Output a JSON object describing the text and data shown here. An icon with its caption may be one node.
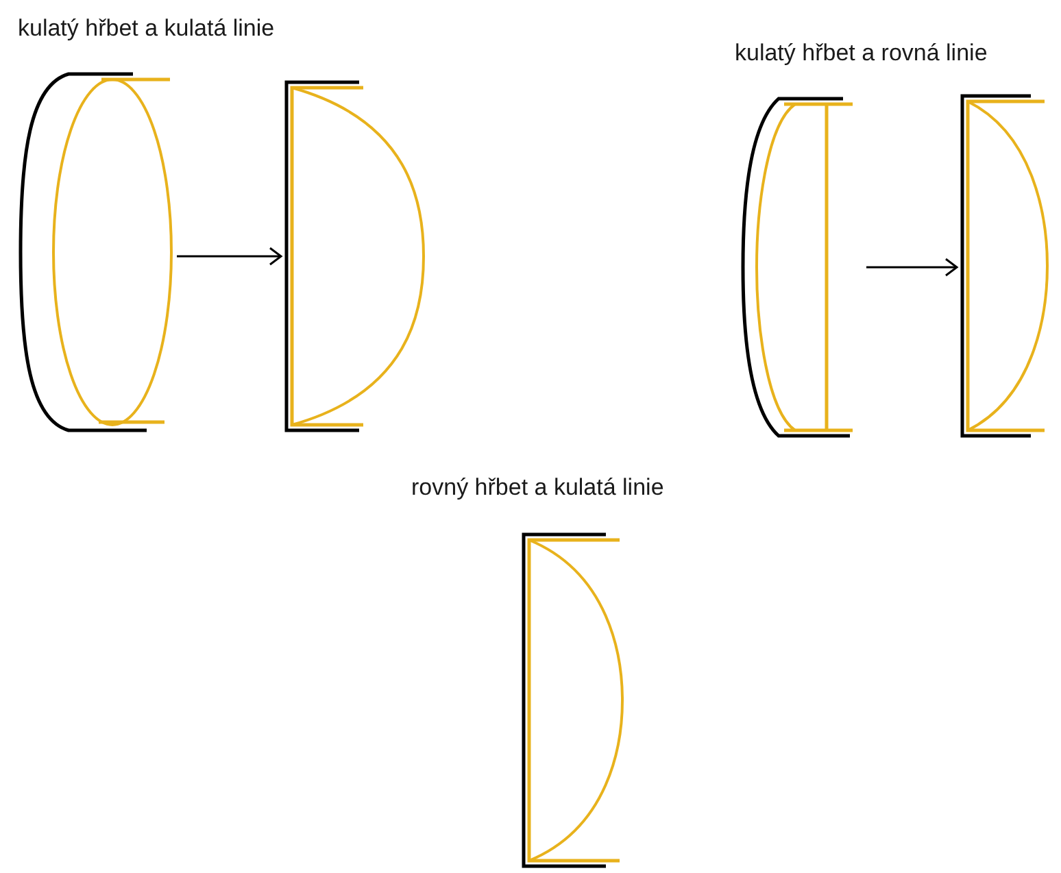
{
  "diagram": {
    "nodes": [
      {
        "text": [],
        "shape": "picture"
      },
      {
        "text": [],
        "shape": "picture"
      },
      {
        "text": [],
        "shape": "picture"
      },
      {
        "text": [],
        "shape": "picture"
      },
      {
        "text": [],
        "shape": "picture"
      }
    ],
    "edges": [
      {
        "from": 0,
        "to": 1,
        "arrow": "to"
      },
      {
        "from": 2,
        "to": 3,
        "arrow": "to"
      }
    ],
    "labels": [
      "kulatý hřbet a kulatá linie",
      "kulatý hřbet a rovná linie",
      "rovný hřbet a kulatá linie"
    ]
  }
}
